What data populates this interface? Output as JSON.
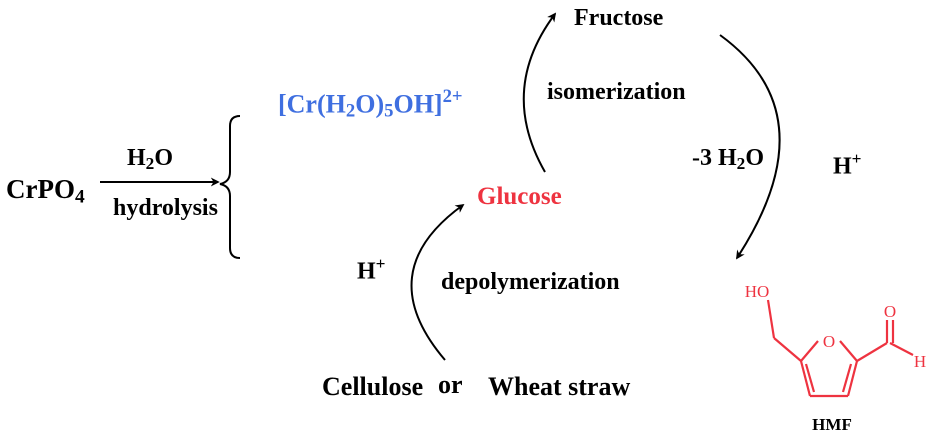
{
  "reactant": {
    "name": "CrPO",
    "sub": "4"
  },
  "hydrolysis": {
    "reagent_main": "H",
    "reagent_sub": "2",
    "reagent_tail": "O",
    "label": "hydrolysis"
  },
  "complex": {
    "main": "[Cr(H",
    "sub1": "2",
    "mid": "O)",
    "sub2": "5",
    "tail": "OH]",
    "charge": "2+"
  },
  "sugars": {
    "fructose": "Fructose",
    "glucose": "Glucose"
  },
  "steps": {
    "isomerization": "isomerization",
    "dehydration_prefix": "-3 H",
    "dehydration_sub": "2",
    "dehydration_tail": "O",
    "acid_right_main": "H",
    "acid_right_sup": "+",
    "acid_left_main": "H",
    "acid_left_sup": "+",
    "depolymerization": "depolymerization"
  },
  "feedstocks": {
    "cellulose": "Cellulose",
    "or": "or",
    "wheat_straw": "Wheat straw"
  },
  "product": {
    "name": "HMF",
    "atom_HO": "HO",
    "atom_O_ring": "O",
    "atom_O_carbonyl": "O",
    "atom_H": "H"
  },
  "colors": {
    "black": "#000000",
    "blue": "#3f6fe0",
    "red": "#ee3340"
  }
}
